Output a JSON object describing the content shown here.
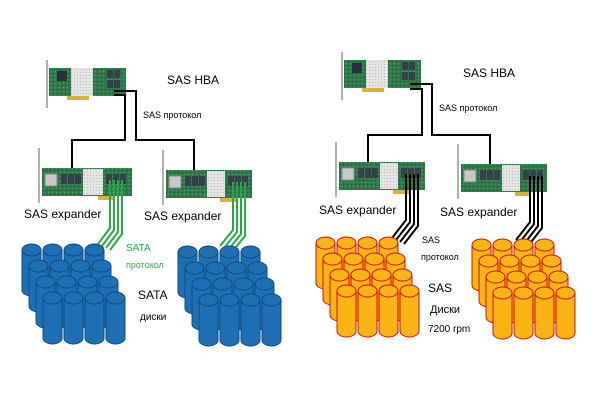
{
  "left": {
    "hba_label": "SAS HBA",
    "protocol_label": "SAS протокол",
    "expander1_label": "SAS expander",
    "expander2_label": "SAS expander",
    "drive_protocol_label1": "SATA",
    "drive_protocol_label2": "протокол",
    "drive_label1": "SATA",
    "drive_label2": "диски",
    "drive_color": "#1f6fb4",
    "drive_stroke": "#0d4c84",
    "cable_color": "#2aa84a"
  },
  "right": {
    "hba_label": "SAS HBA",
    "protocol_label": "SAS протокол",
    "expander1_label": "SAS expander",
    "expander2_label": "SAS expander",
    "drive_protocol_label1": "SAS",
    "drive_protocol_label2": "протокол",
    "drive_label1": "SAS",
    "drive_label2": "Диски",
    "drive_label3": "7200 rpm",
    "drive_color": "#fbb416",
    "drive_stroke": "#d01010",
    "cable_color": "#000000"
  }
}
